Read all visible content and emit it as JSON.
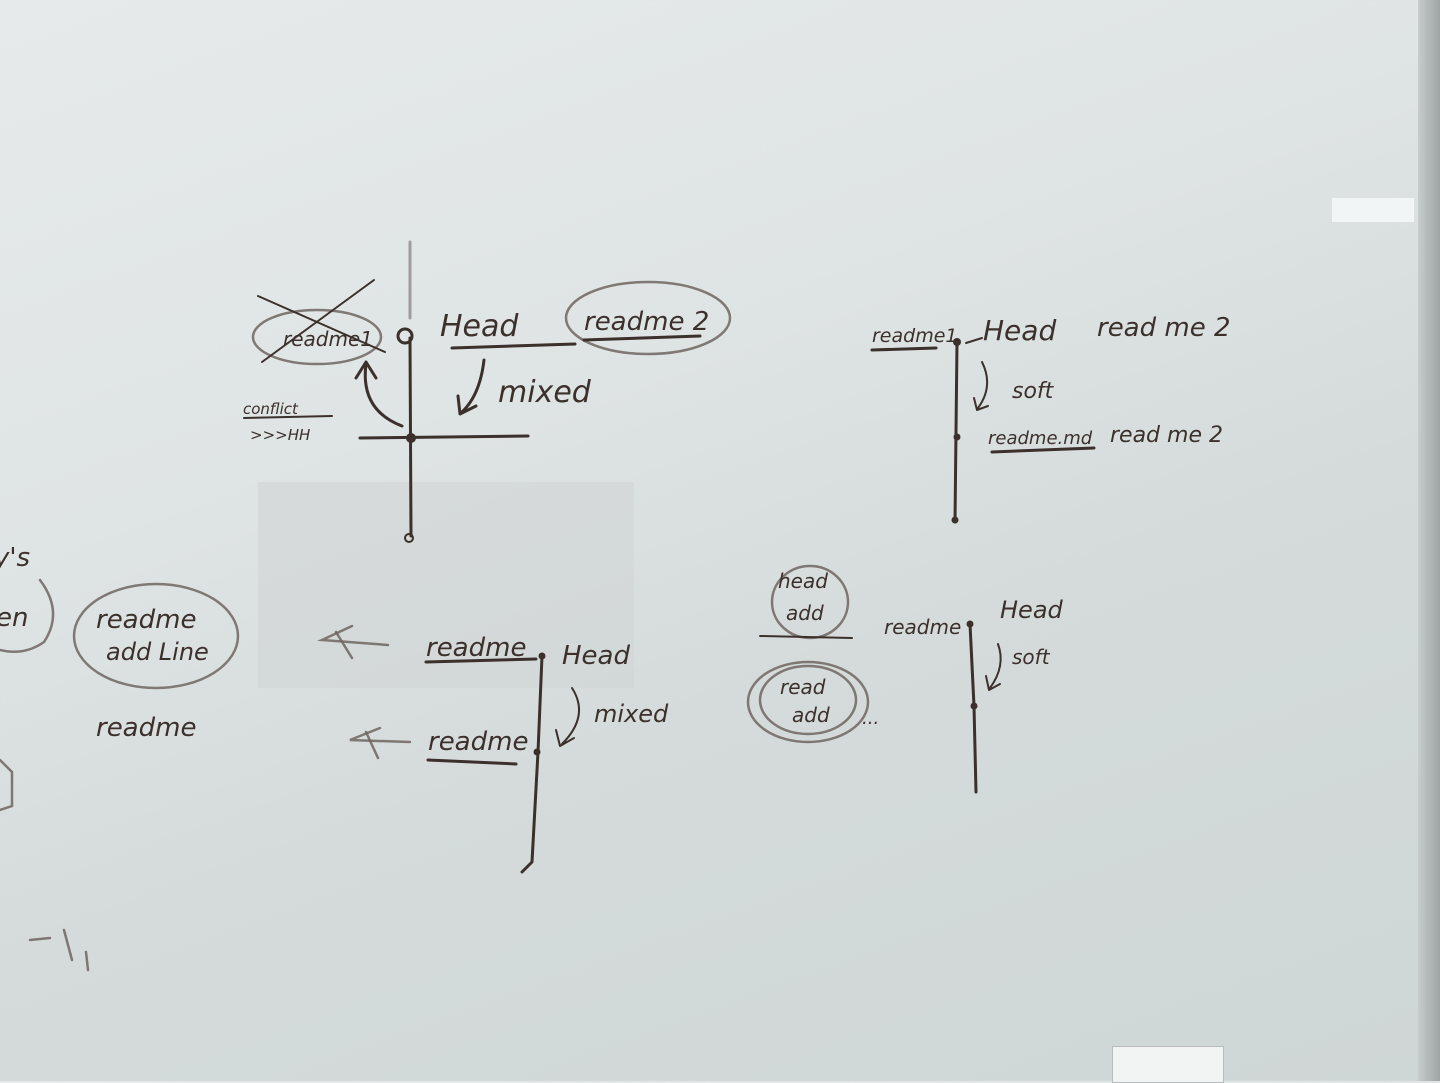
{
  "whiteboard": {
    "diagram_1": {
      "crossed_label": "readme1",
      "note_line1": "conflict",
      "note_line2": ">>>HH",
      "head": "Head",
      "circled_label": "readme 2",
      "arrow_label": "mixed"
    },
    "diagram_2": {
      "top_left": "readme1",
      "head": "Head",
      "top_right": "read me 2",
      "arrow_label": "soft",
      "mid_left": "readme.md",
      "mid_right": "read me 2"
    },
    "diagram_3": {
      "partial_1": "y's",
      "partial_2": "en",
      "circle_line1": "readme",
      "circle_line2": "add Line",
      "plain": "readme",
      "top_label": "readme",
      "head": "Head",
      "arrow_label": "mixed",
      "bottom_label": "readme"
    },
    "diagram_4": {
      "circle1_line1": "head",
      "circle1_line2": "add",
      "left_label": "readme",
      "head": "Head",
      "arrow_label": "soft",
      "circle2_line1": "read",
      "circle2_line2": "add",
      "dots": "..."
    }
  }
}
